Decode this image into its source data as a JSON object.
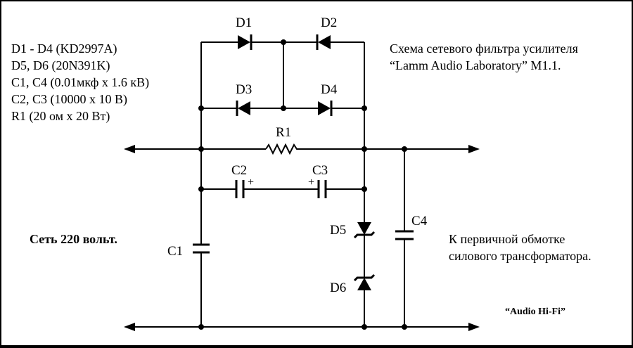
{
  "parts_list": [
    "D1 - D4 (KD2997A)",
    "D5, D6 (20N391K)",
    "C1, C4 (0.01мкф x 1.6 кВ)",
    "C2, C3 (10000 x 10 В)",
    "R1 (20 ом x 20 Вт)"
  ],
  "title": {
    "line1": "Схема сетевого фильтра усилителя",
    "line2": "“Lamm Audio Laboratory” M1.1."
  },
  "input_label": "Сеть 220 вольт.",
  "output_label": {
    "line1": "К первичной обмотке",
    "line2": "силового трансформатора."
  },
  "credit": "“Audio Hi-Fi”",
  "components": {
    "d1": "D1",
    "d2": "D2",
    "d3": "D3",
    "d4": "D4",
    "d5": "D5",
    "d6": "D6",
    "r1": "R1",
    "c1": "C1",
    "c2": "C2",
    "c3": "C3",
    "c4": "C4",
    "plus": "+"
  }
}
